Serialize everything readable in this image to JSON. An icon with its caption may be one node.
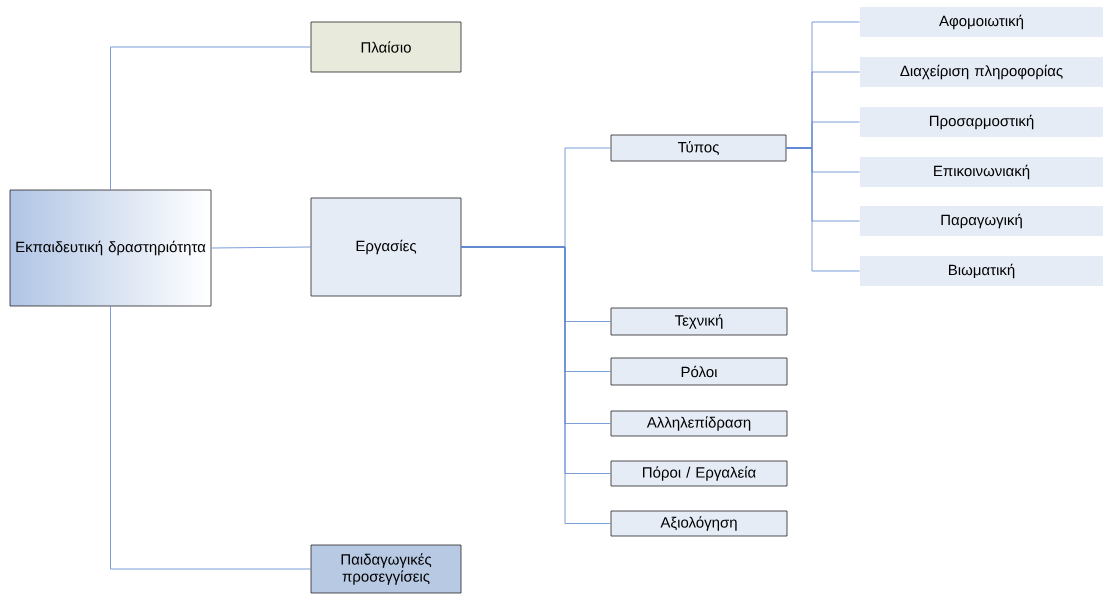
{
  "diagram": {
    "nodes": [
      {
        "text": [
          "Εκπαιδευτική δραστηριότητα"
        ]
      },
      {
        "text": [
          "Πλαίσιο"
        ]
      },
      {
        "text": [
          "Εργασίες"
        ]
      },
      {
        "text": [
          "Παιδαγωγικές προσεγγίσεις"
        ]
      },
      {
        "text": [
          "Τύπος"
        ]
      },
      {
        "text": [
          "Αφομοιωτική"
        ]
      },
      {
        "text": [
          "Διαχείριση πληροφορίας"
        ]
      },
      {
        "text": [
          "Προσαρμοστική"
        ]
      },
      {
        "text": [
          "Επικοινωνιακή"
        ]
      },
      {
        "text": [
          "Παραγωγική"
        ]
      },
      {
        "text": [
          "Βιωματική"
        ]
      },
      {
        "text": [
          "Τεχνική"
        ]
      },
      {
        "text": [
          "Ρόλοι"
        ]
      },
      {
        "text": [
          "Αλληλεπίδραση"
        ]
      },
      {
        "text": [
          "Πόροι / Εργαλεία"
        ]
      },
      {
        "text": [
          "Αξιολόγηση"
        ]
      }
    ],
    "edges": [
      {
        "from": 0,
        "to": 1,
        "arrow": "none"
      },
      {
        "from": 0,
        "to": 2,
        "arrow": "none"
      },
      {
        "from": 0,
        "to": 3,
        "arrow": "none"
      },
      {
        "from": 2,
        "to": 4,
        "arrow": "none"
      },
      {
        "from": 2,
        "to": 11,
        "arrow": "none"
      },
      {
        "from": 2,
        "to": 12,
        "arrow": "none"
      },
      {
        "from": 2,
        "to": 13,
        "arrow": "none"
      },
      {
        "from": 2,
        "to": 14,
        "arrow": "none"
      },
      {
        "from": 2,
        "to": 15,
        "arrow": "none"
      },
      {
        "from": 4,
        "to": 5,
        "arrow": "none"
      },
      {
        "from": 4,
        "to": 6,
        "arrow": "none"
      },
      {
        "from": 4,
        "to": 7,
        "arrow": "none"
      },
      {
        "from": 4,
        "to": 8,
        "arrow": "none"
      },
      {
        "from": 4,
        "to": 9,
        "arrow": "none"
      },
      {
        "from": 4,
        "to": 10,
        "arrow": "none"
      }
    ]
  }
}
